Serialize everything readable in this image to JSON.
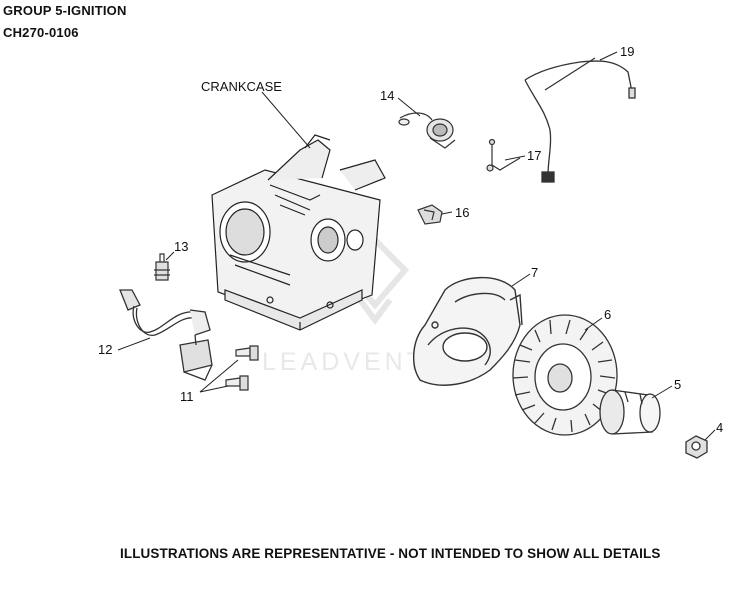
{
  "header": {
    "group": "GROUP 5-IGNITION",
    "code": "CH270-0106"
  },
  "labels": {
    "crankcase": "CRANKCASE",
    "part_19": "19",
    "part_14": "14",
    "part_17": "17",
    "part_16": "16",
    "part_13": "13",
    "part_7": "7",
    "part_6": "6",
    "part_5": "5",
    "part_4": "4",
    "part_12": "12",
    "part_11": "11"
  },
  "watermark": "LEADVENTURE",
  "footer": "ILLUSTRATIONS ARE REPRESENTATIVE - NOT INTENDED TO SHOW ALL DETAILS"
}
